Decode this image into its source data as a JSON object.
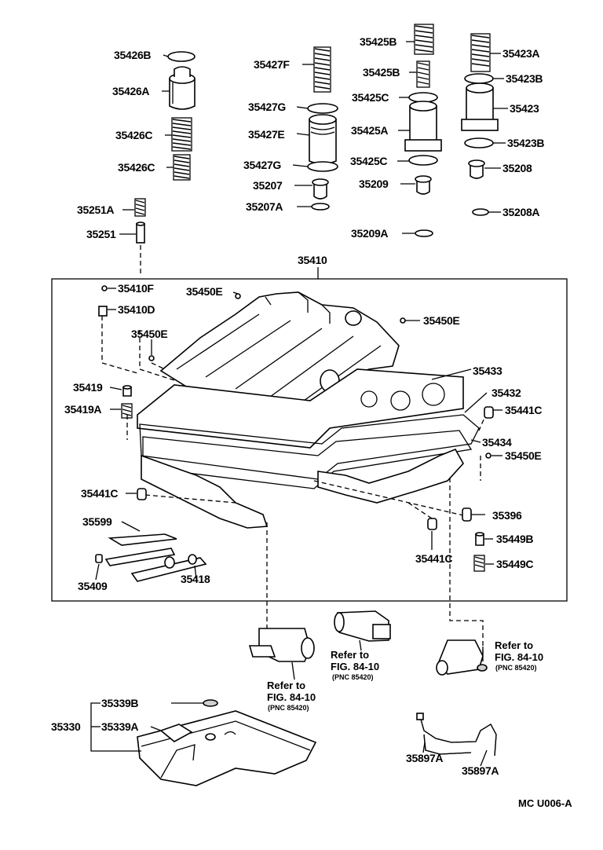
{
  "labels": {
    "p35426B": "35426B",
    "p35426A": "35426A",
    "p35426C_1": "35426C",
    "p35426C_2": "35426C",
    "p35427F": "35427F",
    "p35427G_1": "35427G",
    "p35427E": "35427E",
    "p35427G_2": "35427G",
    "p35207": "35207",
    "p35207A": "35207A",
    "p35425B_1": "35425B",
    "p35425B_2": "35425B",
    "p35425C_1": "35425C",
    "p35425A": "35425A",
    "p35425C_2": "35425C",
    "p35209": "35209",
    "p35209A": "35209A",
    "p35423A": "35423A",
    "p35423B_1": "35423B",
    "p35423": "35423",
    "p35423B_2": "35423B",
    "p35208": "35208",
    "p35208A": "35208A",
    "p35251A": "35251A",
    "p35251": "35251",
    "p35410": "35410",
    "p35410F": "35410F",
    "p35410D": "35410D",
    "p35450E_1": "35450E",
    "p35450E_2": "35450E",
    "p35450E_3": "35450E",
    "p35450E_4": "35450E",
    "p35433": "35433",
    "p35432": "35432",
    "p35419": "35419",
    "p35419A": "35419A",
    "p35441C_1": "35441C",
    "p35434": "35434",
    "p35441C_2": "35441C",
    "p35396": "35396",
    "p35599": "35599",
    "p35449B": "35449B",
    "p35441C_3": "35441C",
    "p35449C": "35449C",
    "p35409": "35409",
    "p35418": "35418",
    "p35339B": "35339B",
    "p35330": "35330",
    "p35339A": "35339A",
    "p35897A_1": "35897A",
    "p35897A_2": "35897A"
  },
  "references": {
    "ref_center": {
      "line1": "Refer to",
      "line2": "FIG. 84-10",
      "line3": "(PNC 85420)"
    },
    "ref_left": {
      "line1": "Refer to",
      "line2": "FIG. 84-10",
      "line3": "(PNC 85420)"
    },
    "ref_right": {
      "line1": "Refer to",
      "line2": "FIG. 84-10",
      "line3": "(PNC 85420)"
    }
  },
  "footer": {
    "code": "MC U006-A"
  }
}
